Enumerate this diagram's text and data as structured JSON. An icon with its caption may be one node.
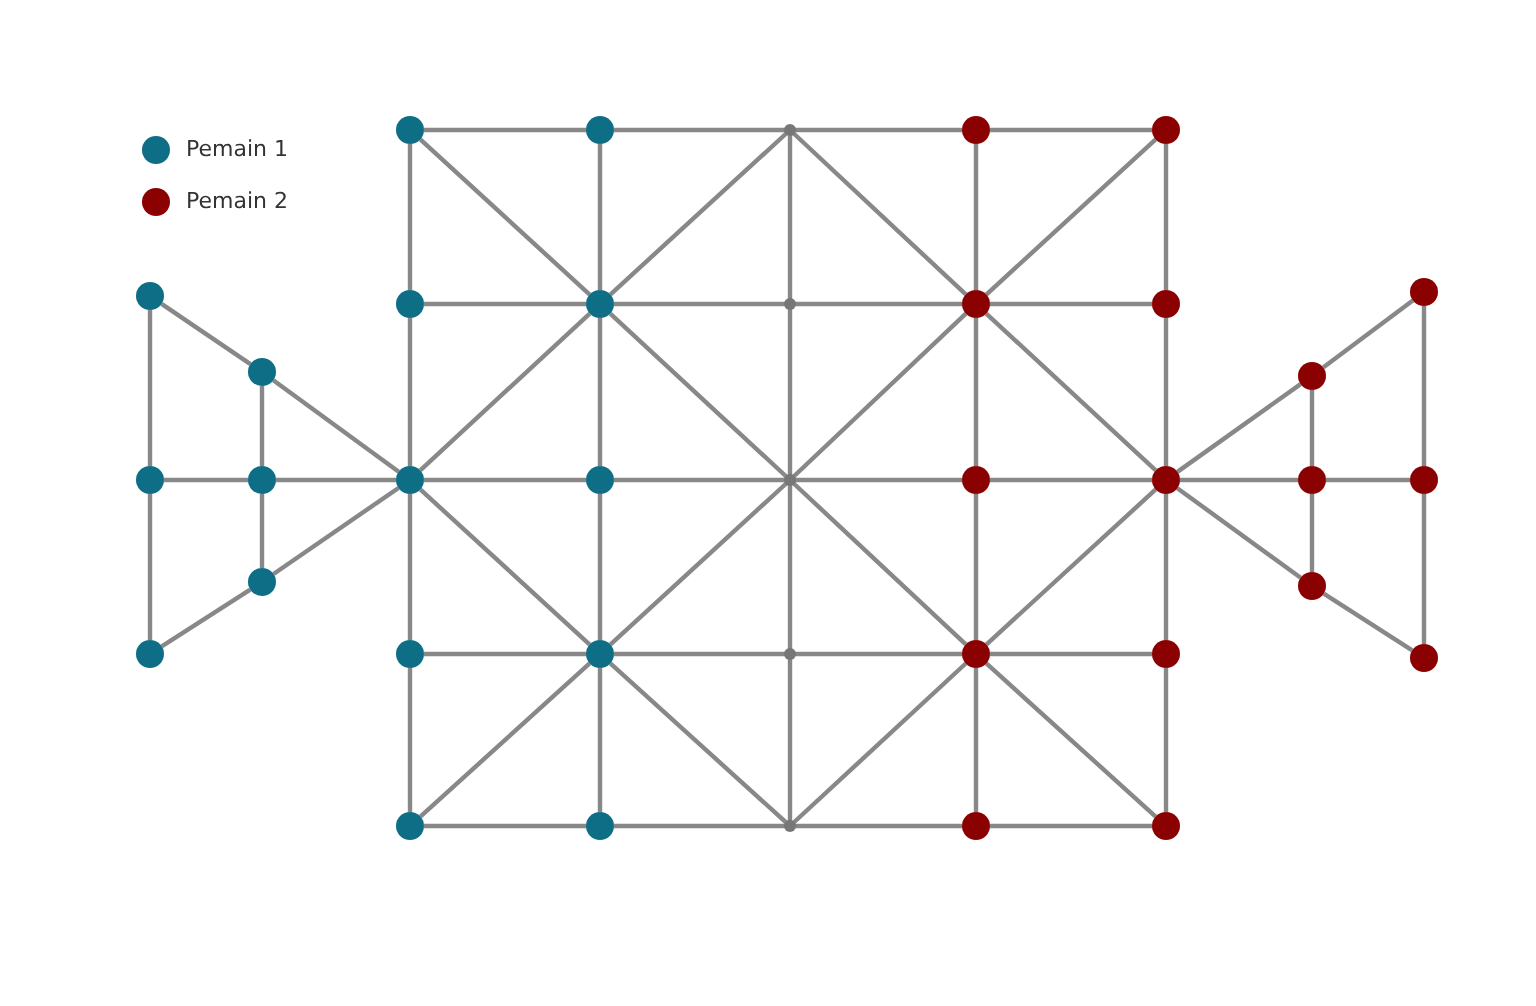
{
  "diagram": {
    "nodes": [
      {
        "text": [],
        "shape": "circle"
      },
      {
        "text": [],
        "shape": "circle"
      },
      {
        "text": [],
        "shape": "circle"
      },
      {
        "text": [],
        "shape": "circle"
      },
      {
        "text": [],
        "shape": "circle"
      },
      {
        "text": [],
        "shape": "circle"
      },
      {
        "text": [],
        "shape": "circle"
      },
      {
        "text": [],
        "shape": "circle"
      },
      {
        "text": [],
        "shape": "point"
      },
      {
        "text": [],
        "shape": "circle"
      },
      {
        "text": [],
        "shape": "circle"
      },
      {
        "text": [],
        "shape": "circle"
      },
      {
        "text": [],
        "shape": "circle"
      },
      {
        "text": [],
        "shape": "point"
      },
      {
        "text": [],
        "shape": "circle"
      },
      {
        "text": [],
        "shape": "circle"
      },
      {
        "text": [],
        "shape": "circle"
      },
      {
        "text": [],
        "shape": "circle"
      },
      {
        "text": [],
        "shape": "point"
      },
      {
        "text": [],
        "shape": "circle"
      },
      {
        "text": [],
        "shape": "circle"
      },
      {
        "text": [],
        "shape": "circle"
      },
      {
        "text": [],
        "shape": "circle"
      },
      {
        "text": [],
        "shape": "point"
      },
      {
        "text": [],
        "shape": "circle"
      },
      {
        "text": [],
        "shape": "circle"
      },
      {
        "text": [],
        "shape": "circle"
      },
      {
        "text": [],
        "shape": "circle"
      },
      {
        "text": [],
        "shape": "point"
      },
      {
        "text": [],
        "shape": "circle"
      },
      {
        "text": [],
        "shape": "circle"
      },
      {
        "text": [],
        "shape": "circle"
      },
      {
        "text": [],
        "shape": "circle"
      },
      {
        "text": [],
        "shape": "circle"
      },
      {
        "text": [],
        "shape": "circle"
      },
      {
        "text": [],
        "shape": "circle"
      },
      {
        "text": [],
        "shape": "circle"
      }
    ],
    "edges": [
      {
        "from": 0,
        "to": 2,
        "arrow": "none"
      },
      {
        "from": 2,
        "to": 5,
        "arrow": "none"
      },
      {
        "from": 1,
        "to": 3,
        "arrow": "none"
      },
      {
        "from": 3,
        "to": 4,
        "arrow": "none"
      },
      {
        "from": 0,
        "to": 1,
        "arrow": "none"
      },
      {
        "from": 1,
        "to": 16,
        "arrow": "none"
      },
      {
        "from": 5,
        "to": 4,
        "arrow": "none"
      },
      {
        "from": 4,
        "to": 16,
        "arrow": "none"
      },
      {
        "from": 2,
        "to": 3,
        "arrow": "none"
      },
      {
        "from": 3,
        "to": 16,
        "arrow": "none"
      },
      {
        "from": 6,
        "to": 7,
        "arrow": "none"
      },
      {
        "from": 7,
        "to": 8,
        "arrow": "none"
      },
      {
        "from": 8,
        "to": 9,
        "arrow": "none"
      },
      {
        "from": 9,
        "to": 10,
        "arrow": "none"
      },
      {
        "from": 11,
        "to": 12,
        "arrow": "none"
      },
      {
        "from": 12,
        "to": 13,
        "arrow": "none"
      },
      {
        "from": 13,
        "to": 14,
        "arrow": "none"
      },
      {
        "from": 14,
        "to": 15,
        "arrow": "none"
      },
      {
        "from": 16,
        "to": 17,
        "arrow": "none"
      },
      {
        "from": 17,
        "to": 18,
        "arrow": "none"
      },
      {
        "from": 18,
        "to": 19,
        "arrow": "none"
      },
      {
        "from": 19,
        "to": 20,
        "arrow": "none"
      },
      {
        "from": 21,
        "to": 22,
        "arrow": "none"
      },
      {
        "from": 22,
        "to": 23,
        "arrow": "none"
      },
      {
        "from": 23,
        "to": 24,
        "arrow": "none"
      },
      {
        "from": 24,
        "to": 25,
        "arrow": "none"
      },
      {
        "from": 26,
        "to": 27,
        "arrow": "none"
      },
      {
        "from": 27,
        "to": 28,
        "arrow": "none"
      },
      {
        "from": 28,
        "to": 29,
        "arrow": "none"
      },
      {
        "from": 29,
        "to": 30,
        "arrow": "none"
      },
      {
        "from": 6,
        "to": 11,
        "arrow": "none"
      },
      {
        "from": 11,
        "to": 16,
        "arrow": "none"
      },
      {
        "from": 16,
        "to": 21,
        "arrow": "none"
      },
      {
        "from": 21,
        "to": 26,
        "arrow": "none"
      },
      {
        "from": 7,
        "to": 12,
        "arrow": "none"
      },
      {
        "from": 12,
        "to": 17,
        "arrow": "none"
      },
      {
        "from": 17,
        "to": 22,
        "arrow": "none"
      },
      {
        "from": 22,
        "to": 27,
        "arrow": "none"
      },
      {
        "from": 8,
        "to": 13,
        "arrow": "none"
      },
      {
        "from": 13,
        "to": 18,
        "arrow": "none"
      },
      {
        "from": 18,
        "to": 23,
        "arrow": "none"
      },
      {
        "from": 23,
        "to": 28,
        "arrow": "none"
      },
      {
        "from": 9,
        "to": 14,
        "arrow": "none"
      },
      {
        "from": 14,
        "to": 19,
        "arrow": "none"
      },
      {
        "from": 19,
        "to": 24,
        "arrow": "none"
      },
      {
        "from": 24,
        "to": 29,
        "arrow": "none"
      },
      {
        "from": 10,
        "to": 15,
        "arrow": "none"
      },
      {
        "from": 15,
        "to": 20,
        "arrow": "none"
      },
      {
        "from": 20,
        "to": 25,
        "arrow": "none"
      },
      {
        "from": 25,
        "to": 30,
        "arrow": "none"
      },
      {
        "from": 6,
        "to": 12,
        "arrow": "none"
      },
      {
        "from": 12,
        "to": 8,
        "arrow": "none"
      },
      {
        "from": 12,
        "to": 16,
        "arrow": "none"
      },
      {
        "from": 12,
        "to": 18,
        "arrow": "none"
      },
      {
        "from": 8,
        "to": 14,
        "arrow": "none"
      },
      {
        "from": 14,
        "to": 10,
        "arrow": "none"
      },
      {
        "from": 14,
        "to": 18,
        "arrow": "none"
      },
      {
        "from": 14,
        "to": 20,
        "arrow": "none"
      },
      {
        "from": 16,
        "to": 22,
        "arrow": "none"
      },
      {
        "from": 22,
        "to": 18,
        "arrow": "none"
      },
      {
        "from": 22,
        "to": 26,
        "arrow": "none"
      },
      {
        "from": 22,
        "to": 28,
        "arrow": "none"
      },
      {
        "from": 18,
        "to": 24,
        "arrow": "none"
      },
      {
        "from": 24,
        "to": 20,
        "arrow": "none"
      },
      {
        "from": 24,
        "to": 28,
        "arrow": "none"
      },
      {
        "from": 24,
        "to": 30,
        "arrow": "none"
      },
      {
        "from": 20,
        "to": 32,
        "arrow": "none"
      },
      {
        "from": 32,
        "to": 31,
        "arrow": "none"
      },
      {
        "from": 20,
        "to": 35,
        "arrow": "none"
      },
      {
        "from": 35,
        "to": 36,
        "arrow": "none"
      },
      {
        "from": 20,
        "to": 33,
        "arrow": "none"
      },
      {
        "from": 33,
        "to": 34,
        "arrow": "none"
      },
      {
        "from": 31,
        "to": 34,
        "arrow": "none"
      },
      {
        "from": 34,
        "to": 36,
        "arrow": "none"
      },
      {
        "from": 32,
        "to": 33,
        "arrow": "none"
      },
      {
        "from": 33,
        "to": 35,
        "arrow": "none"
      }
    ],
    "legend": [
      {
        "text": "Pemain 1",
        "color": "#0e6e85"
      },
      {
        "text": "Pemain 2",
        "color": "#8b0000"
      }
    ]
  }
}
